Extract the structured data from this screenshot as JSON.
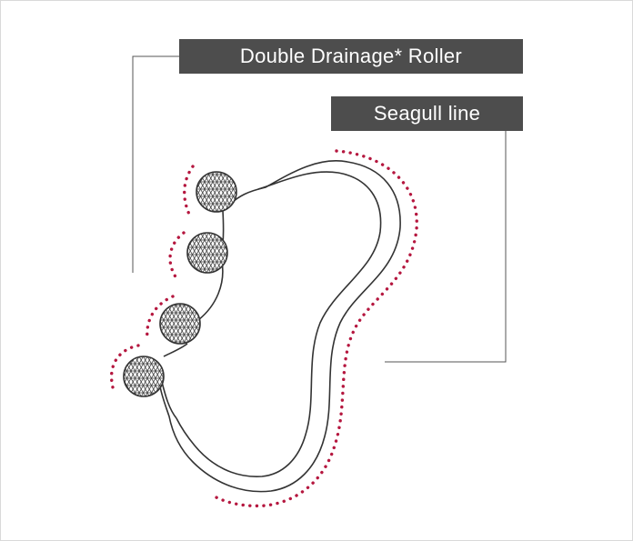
{
  "labels": {
    "roller": "Double Drainage* Roller",
    "seagull": "Seagull line"
  },
  "colors": {
    "label_bg": "#4d4d4d",
    "label_text": "#ffffff",
    "outline": "#333333",
    "dots": "#b5173f",
    "leader": "#555555",
    "frame": "#d9d9d9"
  },
  "icons": {
    "rollers": "mesh-sphere-icon",
    "body": "seagull-shaped-device-body"
  }
}
